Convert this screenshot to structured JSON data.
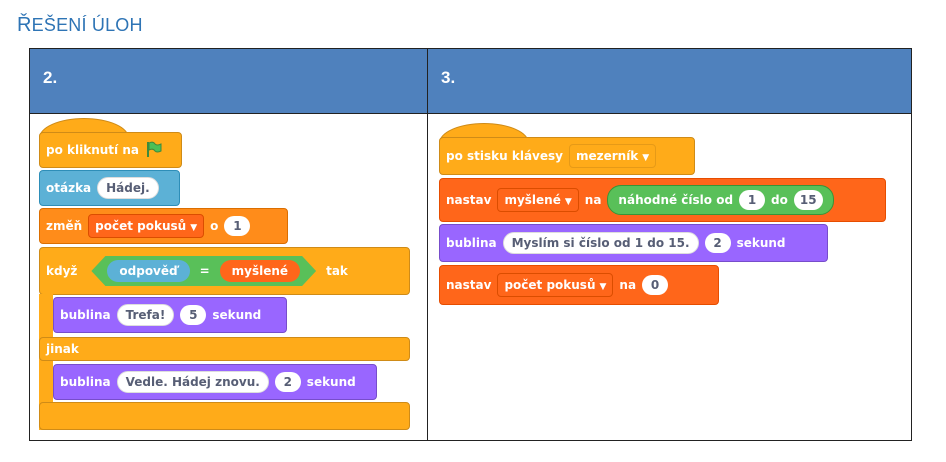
{
  "heading": {
    "first": "Ř",
    "rest": "EŠENÍ ÚLOH"
  },
  "table": {
    "col1_header": "2.",
    "col2_header": "3."
  },
  "script2": {
    "hat_label": "po kliknutí na",
    "ask_label": "otázka",
    "ask_value": "Hádej.",
    "change_label": "změň",
    "change_var": "počet pokusů",
    "change_by": "o",
    "change_value": "1",
    "if_label": "když",
    "if_left": "odpověď",
    "if_op": "=",
    "if_right": "myšlené",
    "if_then": "tak",
    "say1_label": "bublina",
    "say1_text": "Trefa!",
    "say1_secs": "5",
    "say1_unit": "sekund",
    "else_label": "jinak",
    "say2_label": "bublina",
    "say2_text": "Vedle. Hádej znovu.",
    "say2_secs": "2",
    "say2_unit": "sekund"
  },
  "script3": {
    "hat_label": "po stisku klávesy",
    "hat_key": "mezerník",
    "set1_label": "nastav",
    "set1_var": "myšlené",
    "set1_to": "na",
    "random_label": "náhodné číslo od",
    "random_from": "1",
    "random_to_label": "do",
    "random_to": "15",
    "say_label": "bublina",
    "say_text": "Myslím si číslo od 1 do 15.",
    "say_secs": "2",
    "say_unit": "sekund",
    "set2_label": "nastav",
    "set2_var": "počet pokusů",
    "set2_to": "na",
    "set2_value": "0"
  },
  "colors": {
    "heading": "#2e74b5",
    "header_bg": "#4f81bd",
    "events": "#ffab19",
    "looks": "#9966ff",
    "sensing": "#5cb1d6",
    "variables": "#ff8c1a",
    "operators": "#59c059"
  },
  "icons": {
    "flag": "green-flag-icon",
    "caret": "caret-down-icon"
  }
}
